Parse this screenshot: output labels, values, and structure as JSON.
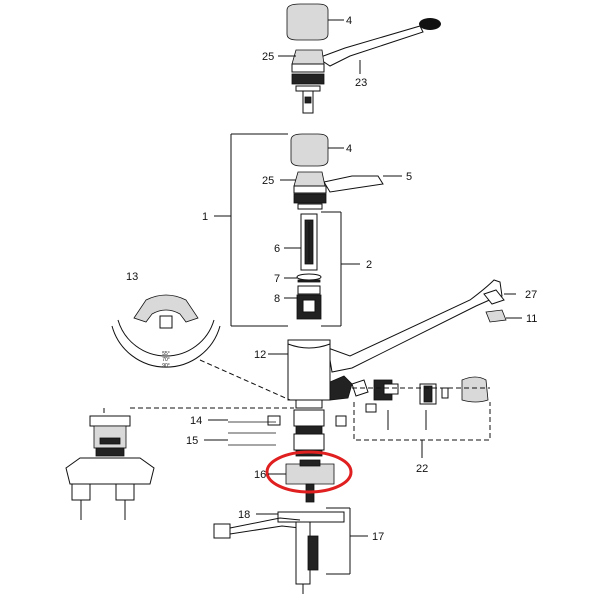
{
  "callouts": {
    "n1": "1",
    "n2": "2",
    "n4a": "4",
    "n4b": "4",
    "n5": "5",
    "n6": "6",
    "n7": "7",
    "n8": "8",
    "n11": "11",
    "n12": "12",
    "n13": "13",
    "n14": "14",
    "n15": "15",
    "n16": "16",
    "n17": "17",
    "n18": "18",
    "n22": "22",
    "n23": "23",
    "n25a": "25",
    "n25b": "25",
    "n27": "27"
  },
  "angle_marks": {
    "a55": "55°",
    "a70": "70°",
    "a90": "90°"
  },
  "highlight_color": "#e02020"
}
